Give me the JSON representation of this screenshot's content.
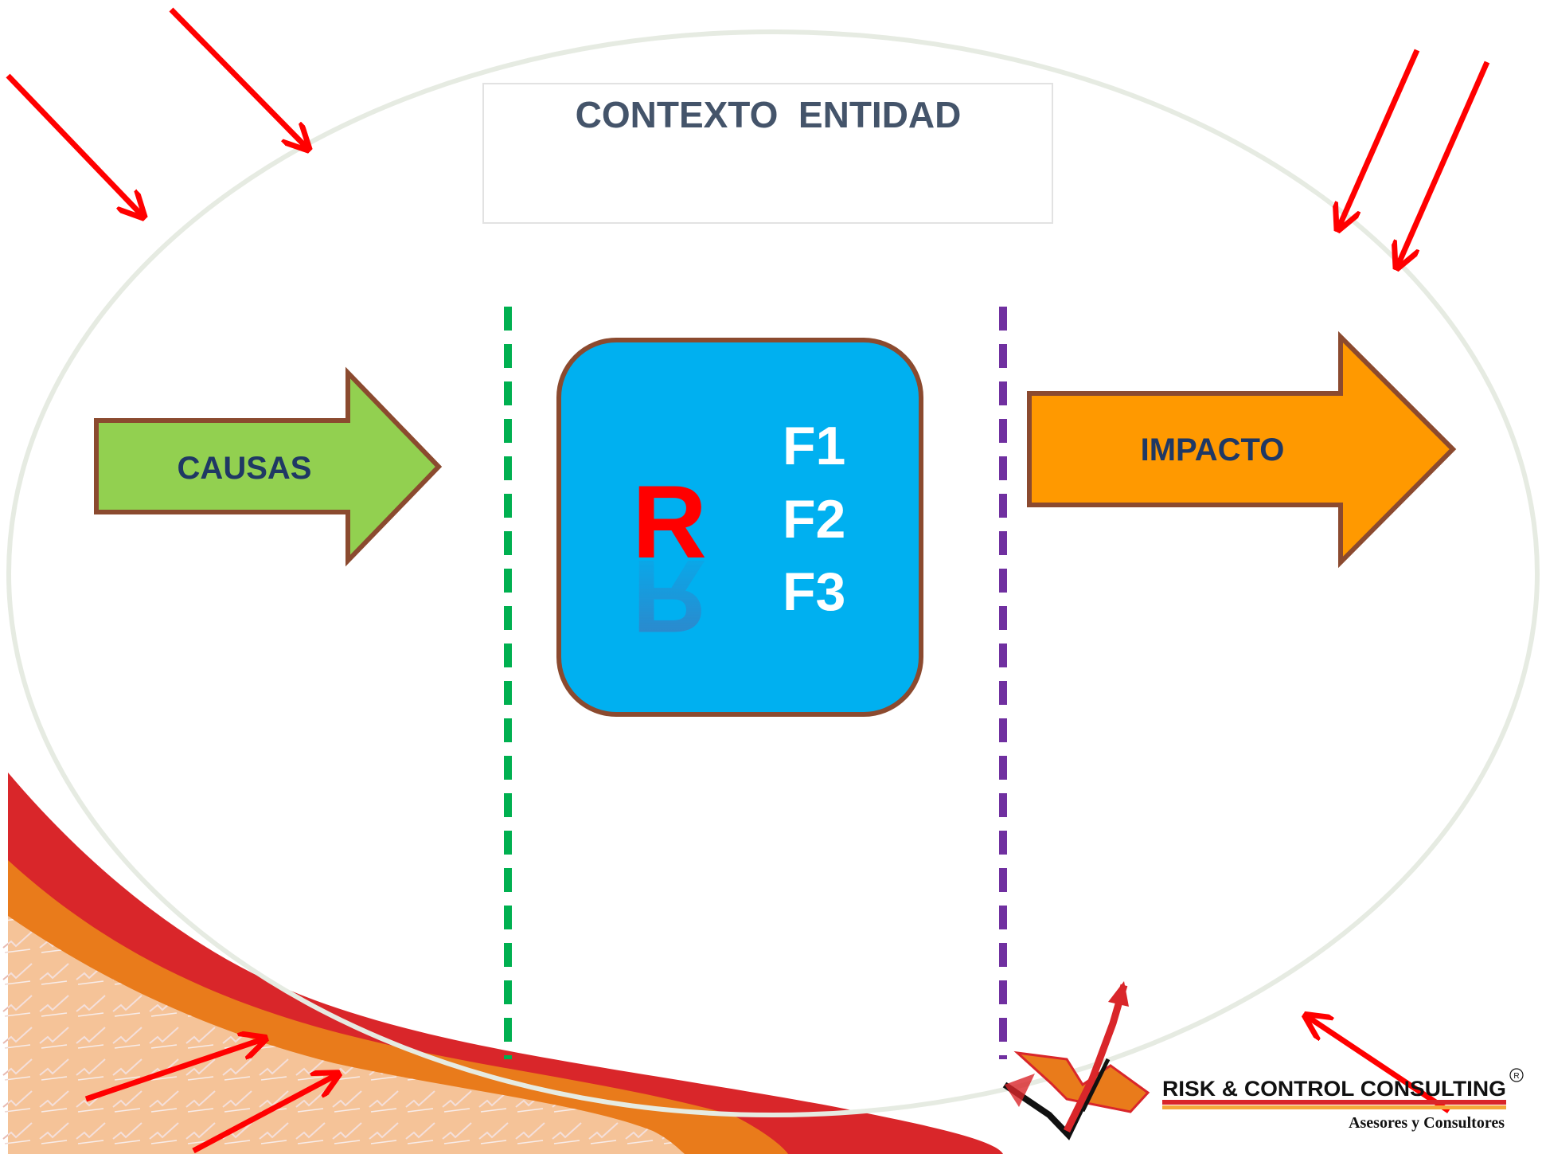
{
  "header": {
    "title": "CONTEXTO  ENTIDAD"
  },
  "causes": {
    "label": "CAUSAS",
    "fill": "#92d050"
  },
  "impact": {
    "label": "IMPACTO",
    "fill": "#ff9900"
  },
  "risk": {
    "letter": "R",
    "factors": [
      "F1",
      "F2",
      "F3"
    ],
    "fill": "#00b0f0"
  },
  "dividers": {
    "left_color": "#00b050",
    "right_color": "#7030a0"
  },
  "logo": {
    "name": "RISK & CONTROL CONSULTING",
    "tagline": "Asesores y Consultores",
    "registered_mark": "R"
  },
  "colors": {
    "outline": "#8b4a2f",
    "label_text": "#1f3864",
    "title_text": "#44546a",
    "arrow_red": "#ff0000"
  }
}
